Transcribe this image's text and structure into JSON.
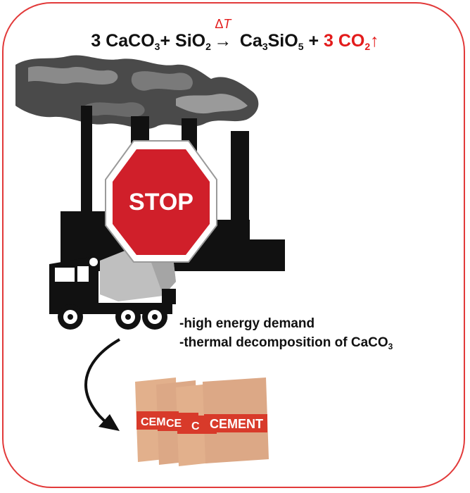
{
  "equation": {
    "coef1": "3",
    "r1": "CaCO",
    "r1_sub": "3",
    "plus1": "+",
    "r2": "SiO",
    "r2_sub": "2",
    "delta": "Δ",
    "temp": "T",
    "arrow": "→",
    "p1a": "Ca",
    "p1a_sub": "3",
    "p1b": "SiO",
    "p1b_sub": "5",
    "plus2": "+",
    "p2": "3 CO",
    "p2_sub": "2",
    "up_arrow": "↑"
  },
  "stop_sign": {
    "label": "STOP"
  },
  "notes": {
    "line1": "-high energy demand",
    "line2": "-thermal decomposition of CaCO",
    "line2_sub": "3"
  },
  "cement_bags": [
    "CEM",
    "CE",
    "C",
    "CEMENT"
  ],
  "colors": {
    "frame": "#e23a3a",
    "accent_red": "#e31b1b",
    "stop_fill": "#d01f2a",
    "factory": "#111111",
    "smoke_dark": "#4a4a4a",
    "smoke_light": "#8a8a8a",
    "bag": "#e2b08c",
    "bag_band": "#d83a2a"
  },
  "icons": [
    "factory-icon",
    "smoke-icon",
    "stop-sign-icon",
    "cement-truck-icon",
    "curved-arrow-icon",
    "cement-bag-icon"
  ]
}
